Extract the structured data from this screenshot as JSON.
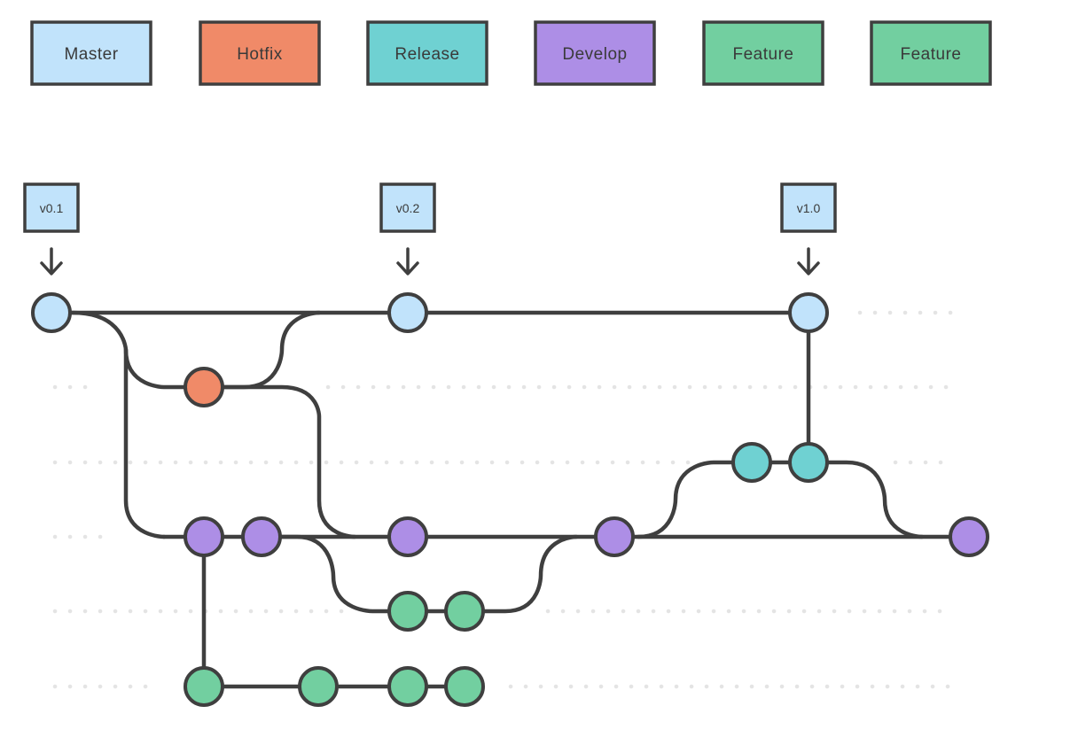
{
  "colors": {
    "stroke": "#3f3f3f",
    "guide": "#e4e4e4",
    "master": "#c1e3fb",
    "hotfix": "#f08a68",
    "release": "#6fd1d2",
    "develop": "#ad8ee6",
    "feature": "#72cfa0"
  },
  "legend": [
    {
      "label": "Master",
      "branch": "master"
    },
    {
      "label": "Hotfix",
      "branch": "hotfix"
    },
    {
      "label": "Release",
      "branch": "release"
    },
    {
      "label": "Develop",
      "branch": "develop"
    },
    {
      "label": "Feature",
      "branch": "feature"
    },
    {
      "label": "Feature",
      "branch": "feature"
    }
  ],
  "tags": [
    {
      "label": "v0.1",
      "commit": "m1"
    },
    {
      "label": "v0.2",
      "commit": "m2"
    },
    {
      "label": "v1.0",
      "commit": "m3"
    }
  ],
  "commits": [
    {
      "id": "m1",
      "branch": "master"
    },
    {
      "id": "m2",
      "branch": "master"
    },
    {
      "id": "m3",
      "branch": "master"
    },
    {
      "id": "h1",
      "branch": "hotfix"
    },
    {
      "id": "r1",
      "branch": "release"
    },
    {
      "id": "r2",
      "branch": "release"
    },
    {
      "id": "d1",
      "branch": "develop"
    },
    {
      "id": "d2",
      "branch": "develop"
    },
    {
      "id": "d3",
      "branch": "develop"
    },
    {
      "id": "d4",
      "branch": "develop"
    },
    {
      "id": "d5",
      "branch": "develop"
    },
    {
      "id": "fa1",
      "branch": "feature"
    },
    {
      "id": "fa2",
      "branch": "feature"
    },
    {
      "id": "fb1",
      "branch": "feature"
    },
    {
      "id": "fb2",
      "branch": "feature"
    },
    {
      "id": "fb3",
      "branch": "feature"
    },
    {
      "id": "fb4",
      "branch": "feature"
    }
  ]
}
